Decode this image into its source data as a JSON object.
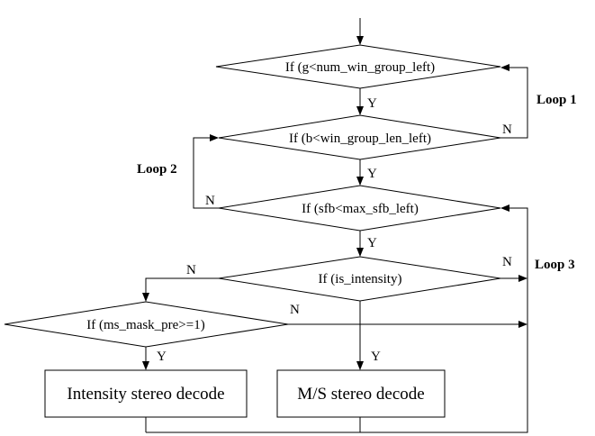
{
  "diagram": {
    "type": "flowchart",
    "nodes": {
      "cond_g": {
        "label": "If (g<num_win_group_left)"
      },
      "cond_b": {
        "label": "If (b<win_group_len_left)"
      },
      "cond_sfb": {
        "label": "If (sfb<max_sfb_left)"
      },
      "cond_is": {
        "label": "If (is_intensity)"
      },
      "cond_ms": {
        "label": "If (ms_mask_pre>=1)"
      },
      "box_intensity": {
        "label": "Intensity stereo decode"
      },
      "box_ms": {
        "label": "M/S stereo decode"
      }
    },
    "edge_labels": {
      "yes": "Y",
      "no": "N"
    },
    "loops": {
      "loop1": "Loop 1",
      "loop2": "Loop 2",
      "loop3": "Loop 3"
    },
    "edges": [
      {
        "from": "start",
        "to": "cond_g"
      },
      {
        "from": "cond_g",
        "to": "cond_b",
        "label": "Y"
      },
      {
        "from": "cond_b",
        "to": "cond_g",
        "label": "N",
        "loop": "Loop 1"
      },
      {
        "from": "cond_b",
        "to": "cond_sfb",
        "label": "Y"
      },
      {
        "from": "cond_sfb",
        "to": "cond_b",
        "label": "N",
        "loop": "Loop 2"
      },
      {
        "from": "cond_sfb",
        "to": "cond_is",
        "label": "Y"
      },
      {
        "from": "cond_is",
        "to": "box_ms",
        "label": "Y"
      },
      {
        "from": "cond_is",
        "to": "cond_ms",
        "label": "N"
      },
      {
        "from": "cond_is",
        "to": "loop3_return",
        "label": "N"
      },
      {
        "from": "cond_ms",
        "to": "box_intensity",
        "label": "Y"
      },
      {
        "from": "cond_ms",
        "to": "loop3_return",
        "label": "N"
      },
      {
        "from": "box_intensity",
        "to": "cond_sfb",
        "loop": "Loop 3"
      },
      {
        "from": "box_ms",
        "to": "cond_sfb",
        "loop": "Loop 3"
      }
    ]
  }
}
